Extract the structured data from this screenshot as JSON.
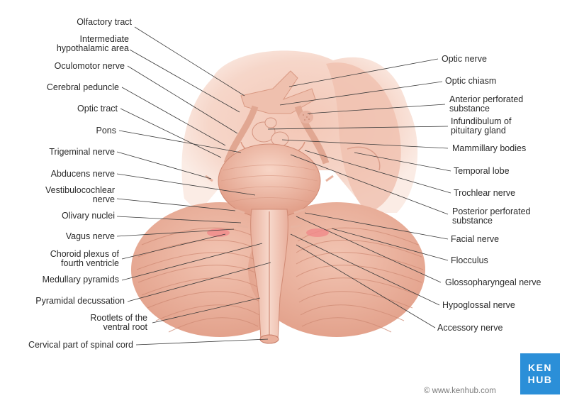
{
  "left_labels": [
    {
      "id": "olfactory-tract",
      "lines": [
        "Olfactory tract"
      ]
    },
    {
      "id": "intermediate-hypothalamic-area",
      "lines": [
        "Intermediate",
        "hypothalamic area"
      ]
    },
    {
      "id": "oculomotor-nerve",
      "lines": [
        "Oculomotor nerve"
      ]
    },
    {
      "id": "cerebral-peduncle",
      "lines": [
        "Cerebral peduncle"
      ]
    },
    {
      "id": "optic-tract",
      "lines": [
        "Optic tract"
      ]
    },
    {
      "id": "pons",
      "lines": [
        "Pons"
      ]
    },
    {
      "id": "trigeminal-nerve",
      "lines": [
        "Trigeminal nerve"
      ]
    },
    {
      "id": "abducens-nerve",
      "lines": [
        "Abducens nerve"
      ]
    },
    {
      "id": "vestibulocochlear-nerve",
      "lines": [
        "Vestibulocochlear",
        "nerve"
      ]
    },
    {
      "id": "olivary-nuclei",
      "lines": [
        "Olivary nuclei"
      ]
    },
    {
      "id": "vagus-nerve",
      "lines": [
        "Vagus nerve"
      ]
    },
    {
      "id": "choroid-plexus",
      "lines": [
        "Choroid plexus of",
        "fourth ventricle"
      ]
    },
    {
      "id": "medullary-pyramids",
      "lines": [
        "Medullary pyramids"
      ]
    },
    {
      "id": "pyramidal-decussation",
      "lines": [
        "Pyramidal decussation"
      ]
    },
    {
      "id": "rootlets-ventral-root",
      "lines": [
        "Rootlets of the",
        "ventral root"
      ]
    },
    {
      "id": "cervical-spinal-cord",
      "lines": [
        "Cervical part of spinal cord"
      ]
    }
  ],
  "right_labels": [
    {
      "id": "optic-nerve",
      "lines": [
        "Optic nerve"
      ]
    },
    {
      "id": "optic-chiasm",
      "lines": [
        "Optic chiasm"
      ]
    },
    {
      "id": "anterior-perforated-substance",
      "lines": [
        "Anterior perforated",
        "substance"
      ]
    },
    {
      "id": "infundibulum",
      "lines": [
        "Infundibulum of",
        "pituitary gland"
      ]
    },
    {
      "id": "mammillary-bodies",
      "lines": [
        "Mammillary bodies"
      ]
    },
    {
      "id": "temporal-lobe",
      "lines": [
        "Temporal lobe"
      ]
    },
    {
      "id": "trochlear-nerve",
      "lines": [
        "Trochlear nerve"
      ]
    },
    {
      "id": "posterior-perforated-substance",
      "lines": [
        "Posterior perforated",
        "substance"
      ]
    },
    {
      "id": "facial-nerve",
      "lines": [
        "Facial nerve"
      ]
    },
    {
      "id": "flocculus",
      "lines": [
        "Flocculus"
      ]
    },
    {
      "id": "glossopharyngeal-nerve",
      "lines": [
        "Glossopharyngeal nerve"
      ]
    },
    {
      "id": "hypoglossal-nerve",
      "lines": [
        "Hypoglossal nerve"
      ]
    },
    {
      "id": "accessory-nerve",
      "lines": [
        "Accessory nerve"
      ]
    }
  ],
  "logo": {
    "line1": "KEN",
    "line2": "HUB"
  },
  "copyright": "© www.kenhub.com",
  "colors": {
    "tissue_light": "#f6d3c6",
    "tissue_mid": "#eab3a0",
    "tissue_dark": "#d98d77",
    "leader": "#3a3a3a",
    "logo_bg": "#2b8fd8"
  }
}
